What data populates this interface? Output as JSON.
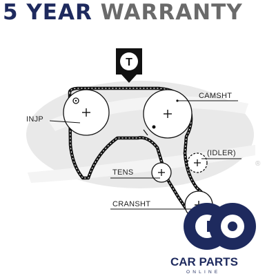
{
  "banner": {
    "part1": "5 YEAR",
    "part2": "WARRANTY"
  },
  "diagram": {
    "top_marker": "T",
    "labels": {
      "injp": "INJP",
      "camsht": "CAMSHT",
      "idler": "(IDLER)",
      "tens": "TENS",
      "cranksht": "CRANSHT"
    },
    "watermark_mark": "®"
  },
  "brand": {
    "name": "CAR PARTS",
    "tagline": "ONLINE"
  },
  "colors": {
    "navy": "#1e2a5e",
    "grey": "#6a6a6a",
    "watermark": "#e6e6e6"
  }
}
